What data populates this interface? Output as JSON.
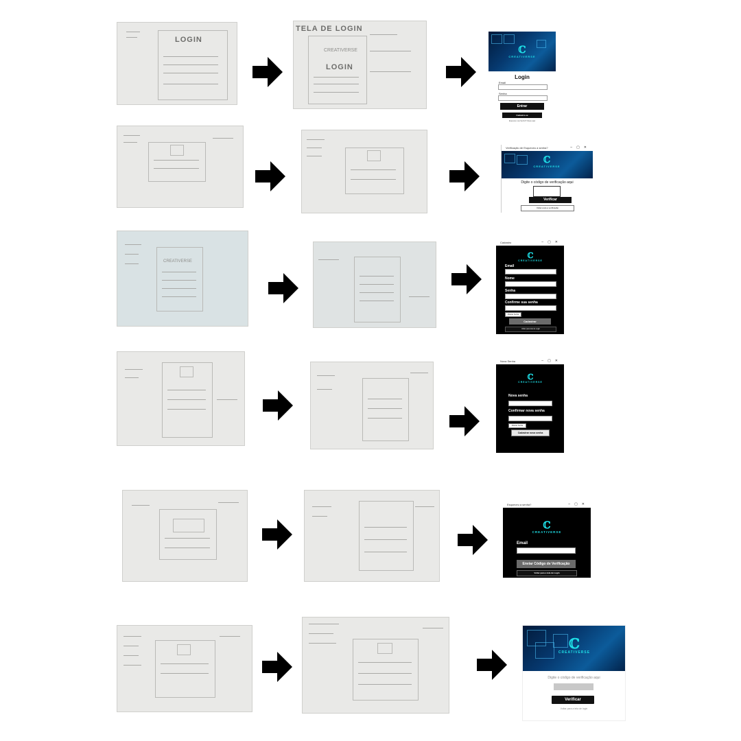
{
  "rows": [
    {
      "sketch1": {
        "title": "LOGIN"
      },
      "sketch2": {
        "title": "TELA DE LOGIN",
        "subtitle": "LOGIN",
        "brand": "CREATIVERSE"
      }
    },
    {
      "sketch1": {},
      "sketch2": {}
    },
    {
      "sketch1": {
        "brand": "CREATIVERSE"
      },
      "sketch2": {}
    },
    {
      "sketch1": {},
      "sketch2": {}
    },
    {
      "sketch1": {},
      "sketch2": {}
    },
    {
      "sketch1": {},
      "sketch2": {}
    }
  ],
  "screens": {
    "login": {
      "brand": "CREATIVERSE",
      "heading": "Login",
      "email_label": "Email",
      "password_label": "Senha",
      "enter_button": "Entrar",
      "register_button": "Cadastre-se",
      "forgot_link": "Esqueceu sua Senha? Clique aqui"
    },
    "verify": {
      "window_title": "Verificação de Esqueceu a senha?",
      "brand": "CREATIVERSE",
      "prompt": "Digite o código de verificação aqui",
      "verify_button": "Verificar",
      "back_button": "Voltar para a verificação"
    },
    "register": {
      "window_title": "Cadastro",
      "brand": "CREATIVERSE",
      "email_label": "Email",
      "name_label": "Nome",
      "password_label": "Senha",
      "confirm_label": "Confirme sua senha",
      "show_password": "Mostrar Senha",
      "register_button": "Cadastrar",
      "back_link": "Voltar para tela de Login"
    },
    "new_password": {
      "window_title": "Nova Senha",
      "brand": "CREATIVERSE",
      "new_label": "Nova senha",
      "confirm_label": "Confirmar nova senha",
      "show_password": "Mostrar Senha",
      "submit_button": "Cadastrar nova senha"
    },
    "forgot": {
      "window_title": "Esqueceu a senha?",
      "brand": "CREATIVERSE",
      "email_label": "Email",
      "send_button": "Enviar Código de Verificação",
      "back_button": "Voltar para a tela de Login"
    },
    "verify_web": {
      "brand": "CREATIVERSE",
      "prompt": "Digite o código de verificação aqui",
      "verify_button": "Verificar",
      "back_link": "Voltar para a tela de login"
    }
  },
  "icons": {
    "arrow": "arrow-right-icon"
  },
  "colors": {
    "accent": "#1fe0e8",
    "banner": "#06386e",
    "dark_bg": "#000000",
    "button": "#111111"
  }
}
